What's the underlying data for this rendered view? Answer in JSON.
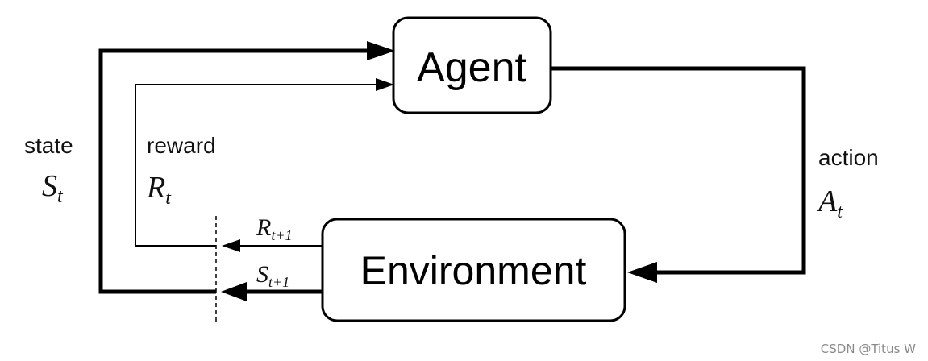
{
  "agent_label": "Agent",
  "environment_label": "Environment",
  "state": {
    "label": "state",
    "symbol": "S",
    "sub": "t"
  },
  "reward": {
    "label": "reward",
    "symbol": "R",
    "sub": "t"
  },
  "action": {
    "label": "action",
    "symbol": "A",
    "sub": "t"
  },
  "next_reward": {
    "symbol": "R",
    "sub": "t+1"
  },
  "next_state": {
    "symbol": "S",
    "sub": "t+1"
  },
  "watermark": "CSDN @Titus W"
}
